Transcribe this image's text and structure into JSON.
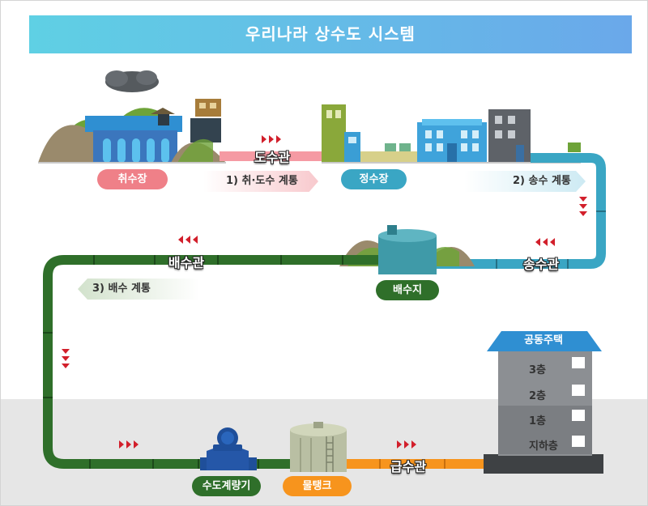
{
  "title": "우리나라 상수도 시스템",
  "facilities": {
    "intake": "취수장",
    "purification": "정수장",
    "reservoir": "배수지",
    "meter": "수도계량기",
    "tank": "물탱크",
    "apartment": "공동주택"
  },
  "steps": {
    "s1": "1) 취·도수 계통",
    "s2": "2) 송수 계통",
    "s3": "3) 배수 계통"
  },
  "pipes": {
    "conveyance": "도수관",
    "transmission": "송수관",
    "distribution": "배수관",
    "service": "급수관"
  },
  "floors": [
    "3층",
    "2층",
    "1층",
    "지하층"
  ],
  "colors": {
    "intake": "#ef8088",
    "transmission": "#3aa6c4",
    "distribution": "#2f6f2a",
    "service": "#f7941d",
    "arrow": "#d21f2b"
  }
}
